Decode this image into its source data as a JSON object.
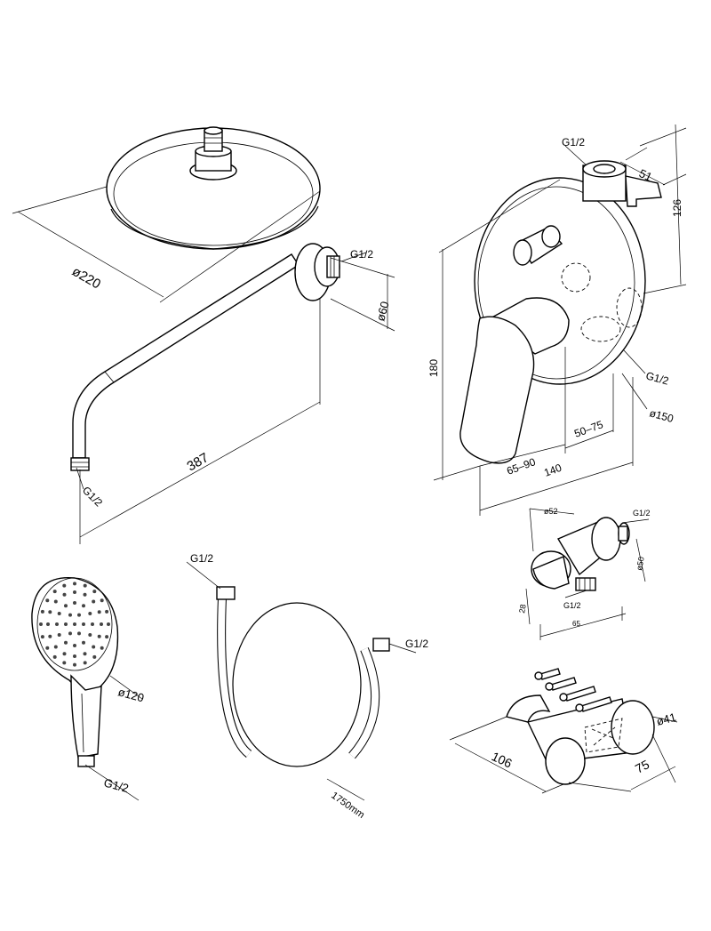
{
  "shower_head": {
    "diameter": "ø220"
  },
  "shower_arm": {
    "thread_wall": "G1/2",
    "diameter": "ø60",
    "length": "387",
    "thread_outlet": "G1/2"
  },
  "mixer": {
    "thread_top": "G1/2",
    "width_51": "51",
    "height_126": "126",
    "height_180": "180",
    "thread_outlet": "G1/2",
    "plate_diameter": "ø150",
    "depth_50_75": "50–75",
    "depth_65_90": "65–90",
    "depth_140": "140"
  },
  "wall_outlet": {
    "dim_52": "ø52",
    "thread_out": "G1/2",
    "dim_50": "ø50",
    "dim_28": "28",
    "thread_bottom": "G1/2",
    "dim_65": "65"
  },
  "hand_shower": {
    "diameter": "ø120",
    "thread": "G1/2"
  },
  "hose": {
    "thread_top": "G1/2",
    "thread_right": "G1/2",
    "length": "1750mm"
  },
  "holder": {
    "diameter": "ø41",
    "length_106": "106",
    "width_75": "75"
  }
}
